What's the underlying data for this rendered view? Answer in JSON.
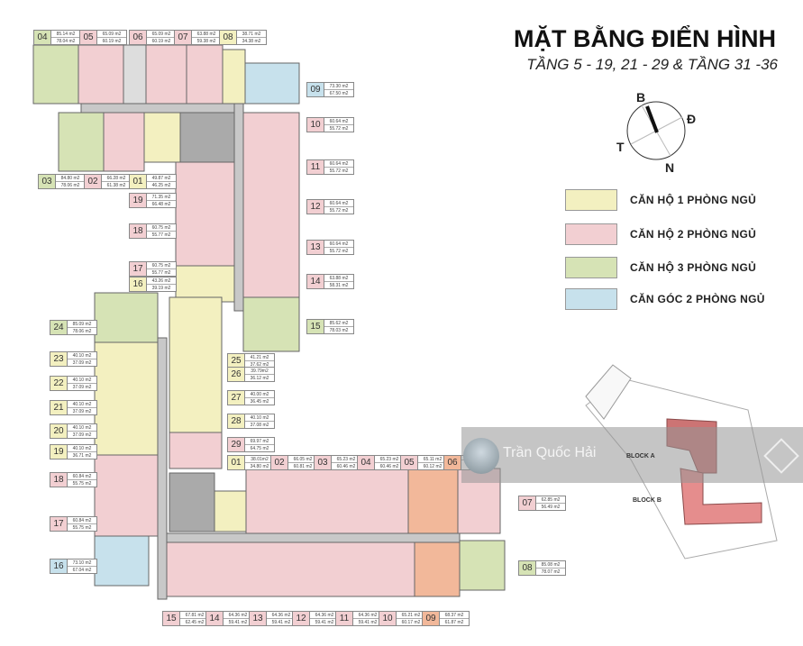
{
  "title": "MẶT BẰNG ĐIỂN HÌNH",
  "subtitle": "TẦNG 5 - 19, 21 - 29 & TẦNG 31 -36",
  "compass": {
    "north": "B",
    "east": "Đ",
    "west": "T",
    "south": "N"
  },
  "legend": [
    {
      "label": "CĂN HỘ 1 PHÒNG NGỦ",
      "color": "#f3f0c0"
    },
    {
      "label": "CĂN HỘ 2 PHÒNG NGỦ",
      "color": "#f2cfd2"
    },
    {
      "label": "CĂN HỘ 3 PHÒNG NGỦ",
      "color": "#d6e3b5"
    },
    {
      "label": "CĂN GÓC 2 PHÒNG NGỦ",
      "color": "#c7e1ec"
    }
  ],
  "site_plan": {
    "block_a": "BLOCK A",
    "block_b": "BLOCK B"
  },
  "watermark": "Trần Quốc Hải",
  "units": [
    {
      "no": "04",
      "a1": "85.14 m2",
      "a2": "78.04 m2",
      "type": "3PN"
    },
    {
      "no": "05",
      "a1": "65.09 m2",
      "a2": "60.19 m2",
      "type": "2PN"
    },
    {
      "no": "06",
      "a1": "65.09 m2",
      "a2": "60.19 m2",
      "type": "2PN"
    },
    {
      "no": "07",
      "a1": "63.88 m2",
      "a2": "59.38 m2",
      "type": "2PN"
    },
    {
      "no": "08",
      "a1": "38.71 m2",
      "a2": "34.38 m2",
      "type": "1PN"
    },
    {
      "no": "03",
      "a1": "84.80 m2",
      "a2": "78.06 m2",
      "type": "3PN"
    },
    {
      "no": "02",
      "a1": "66.28 m2",
      "a2": "61.38 m2",
      "type": "2PN"
    },
    {
      "no": "01",
      "a1": "49.87 m2",
      "a2": "46.25 m2",
      "type": "1PN"
    },
    {
      "no": "19",
      "a1": "71.35 m2",
      "a2": "66.48 m2",
      "type": "2PN"
    },
    {
      "no": "18",
      "a1": "60.75 m2",
      "a2": "55.77 m2",
      "type": "2PN"
    },
    {
      "no": "17",
      "a1": "60.75 m2",
      "a2": "55.77 m2",
      "type": "2PN"
    },
    {
      "no": "16",
      "a1": "43.26 m2",
      "a2": "39.19 m2",
      "type": "1PN"
    },
    {
      "no": "09",
      "a1": "73.30 m2",
      "a2": "67.50 m2",
      "type": "corner"
    },
    {
      "no": "10",
      "a1": "60.64 m2",
      "a2": "55.72 m2",
      "type": "2PN"
    },
    {
      "no": "11",
      "a1": "60.64 m2",
      "a2": "55.72 m2",
      "type": "2PN"
    },
    {
      "no": "12",
      "a1": "60.64 m2",
      "a2": "55.72 m2",
      "type": "2PN"
    },
    {
      "no": "13",
      "a1": "60.64 m2",
      "a2": "55.72 m2",
      "type": "2PN"
    },
    {
      "no": "14",
      "a1": "63.88 m2",
      "a2": "58.31 m2",
      "type": "2PN"
    },
    {
      "no": "15",
      "a1": "85.62 m2",
      "a2": "78.03 m2",
      "type": "3PN"
    },
    {
      "no": "24",
      "a1": "85.09 m2",
      "a2": "78.06 m2",
      "type": "3PN"
    },
    {
      "no": "23",
      "a1": "40.10 m2",
      "a2": "37.09 m2",
      "type": "1PN"
    },
    {
      "no": "22",
      "a1": "40.10 m2",
      "a2": "37.09 m2",
      "type": "1PN"
    },
    {
      "no": "21",
      "a1": "40.10 m2",
      "a2": "37.09 m2",
      "type": "1PN"
    },
    {
      "no": "20",
      "a1": "40.10 m2",
      "a2": "37.09 m2",
      "type": "1PN"
    },
    {
      "no": "19",
      "a1": "40.10 m2",
      "a2": "36.71 m2",
      "type": "1PN"
    },
    {
      "no": "18",
      "a1": "60.84 m2",
      "a2": "55.75 m2",
      "type": "2PN"
    },
    {
      "no": "17",
      "a1": "60.84 m2",
      "a2": "55.75 m2",
      "type": "2PN"
    },
    {
      "no": "16",
      "a1": "73.10 m2",
      "a2": "67.04 m2",
      "type": "corner"
    },
    {
      "no": "25",
      "a1": "41.21 m2",
      "a2": "37.62 m2",
      "type": "1PN"
    },
    {
      "no": "26",
      "a1": "39.79m2",
      "a2": "36.12 m2",
      "type": "1PN"
    },
    {
      "no": "27",
      "a1": "40.00 m2",
      "a2": "36.45 m2",
      "type": "1PN"
    },
    {
      "no": "28",
      "a1": "40.10 m2",
      "a2": "37.08 m2",
      "type": "1PN"
    },
    {
      "no": "29",
      "a1": "69.97 m2",
      "a2": "64.75 m2",
      "type": "2PN"
    },
    {
      "no": "01",
      "a1": "38.01m2",
      "a2": "34.80 m2",
      "type": "1PN"
    },
    {
      "no": "02",
      "a1": "66.05 m2",
      "a2": "60.81 m2",
      "type": "2PN"
    },
    {
      "no": "03",
      "a1": "65.23 m2",
      "a2": "60.46 m2",
      "type": "2PN"
    },
    {
      "no": "04",
      "a1": "65.23 m2",
      "a2": "60.46 m2",
      "type": "2PN"
    },
    {
      "no": "05",
      "a1": "65.11 m2",
      "a2": "60.12 m2",
      "type": "2PN"
    },
    {
      "no": "06",
      "a1": "",
      "a2": "",
      "type": "2PN"
    },
    {
      "no": "07",
      "a1": "62.85 m2",
      "a2": "56.49 m2",
      "type": "2PN"
    },
    {
      "no": "08",
      "a1": "85.08 m2",
      "a2": "78.07 m2",
      "type": "3PN"
    },
    {
      "no": "15",
      "a1": "67.81 m2",
      "a2": "62.45 m2",
      "type": "2PN"
    },
    {
      "no": "14",
      "a1": "64.36 m2",
      "a2": "59.41 m2",
      "type": "2PN"
    },
    {
      "no": "13",
      "a1": "64.36 m2",
      "a2": "59.41 m2",
      "type": "2PN"
    },
    {
      "no": "12",
      "a1": "64.36 m2",
      "a2": "59.41 m2",
      "type": "2PN"
    },
    {
      "no": "11",
      "a1": "64.36 m2",
      "a2": "59.41 m2",
      "type": "2PN"
    },
    {
      "no": "10",
      "a1": "65.21 m2",
      "a2": "60.17 m2",
      "type": "2PN"
    },
    {
      "no": "09",
      "a1": "68.37 m2",
      "a2": "61.87 m2",
      "type": "2PN"
    }
  ]
}
